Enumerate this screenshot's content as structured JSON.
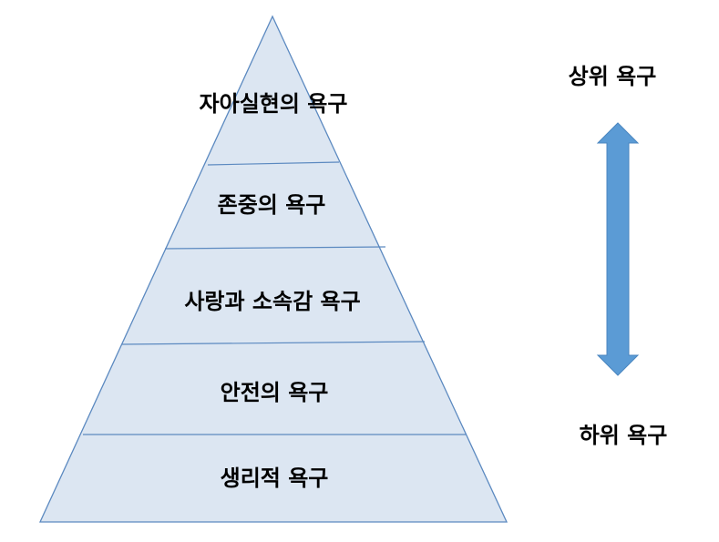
{
  "levels": [
    {
      "label": "자아실현의 욕구"
    },
    {
      "label": "존중의 욕구"
    },
    {
      "label": "사랑과 소속감 욕구"
    },
    {
      "label": "안전의 욕구"
    },
    {
      "label": "생리적 욕구"
    }
  ],
  "scale": {
    "top_label": "상위 욕구",
    "bottom_label": "하위 욕구"
  },
  "colors": {
    "fill": "#dce6f2",
    "stroke": "#5b89c0",
    "arrow": "#5b9bd5"
  }
}
